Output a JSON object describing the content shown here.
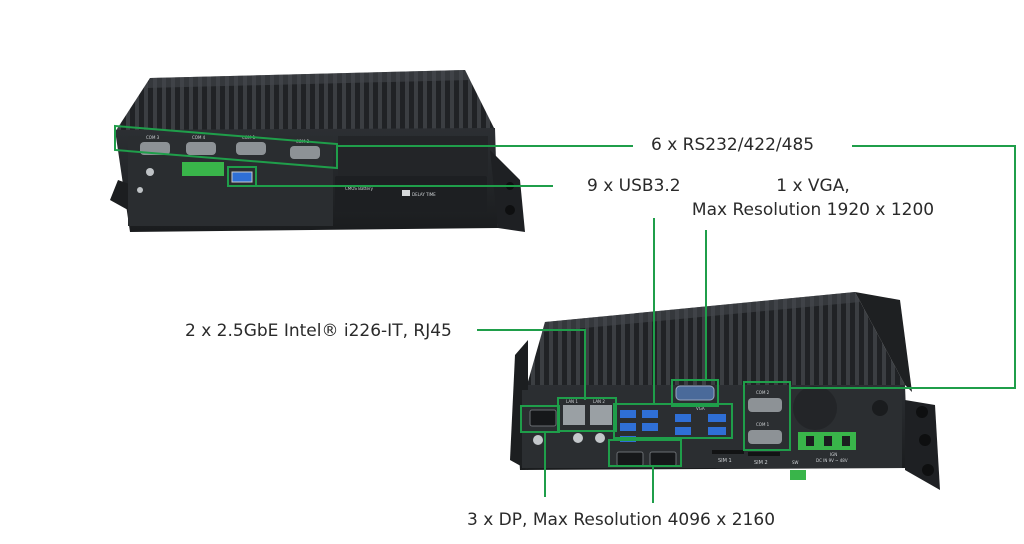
{
  "callouts": {
    "rs232": "6 x RS232/422/485",
    "usb": "9 x USB3.2",
    "vga_line1": "1 x VGA,",
    "vga_line2": "Max Resolution 1920 x 1200",
    "lan": "2 x 2.5GbE Intel® i226-IT, RJ45",
    "dp": "3 x DP, Max Resolution 4096 x 2160"
  },
  "panel_labels": {
    "com1": "COM 1",
    "com2": "COM 2",
    "com3": "COM 3",
    "com4": "COM 4",
    "com_a": "COM 1",
    "com_b": "COM 2",
    "vga": "VGA",
    "sim1": "SIM 1",
    "sim2": "SIM 2",
    "sw": "SW",
    "dc_in": "DC IN  9V ~ 48V",
    "ign": "IGN",
    "delay_time": "DELAY TIME",
    "cmos": "CMOS Battery",
    "lan1": "LAN 1",
    "lan2": "LAN 2"
  },
  "colors": {
    "callout_green": "#1f9e4a",
    "chassis": "#26292c",
    "chassis_dark": "#16181a",
    "panel": "#2d3033",
    "usb_blue": "#2f6fd6",
    "terminal_green": "#39b54a"
  }
}
